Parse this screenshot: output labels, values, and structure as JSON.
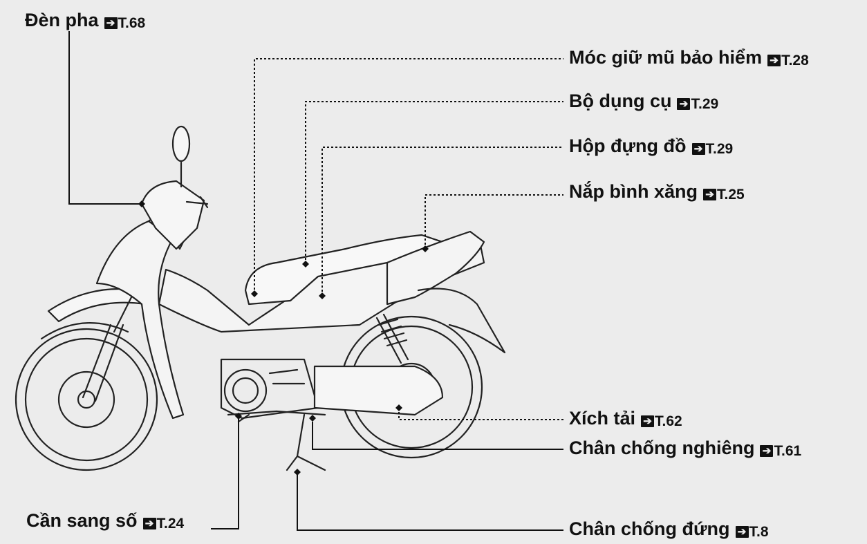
{
  "labels": [
    {
      "id": "headlight",
      "name": "Đèn pha",
      "page": "T.68"
    },
    {
      "id": "helmet-hook",
      "name": "Móc giữ mũ bảo hiểm",
      "page": "T.28"
    },
    {
      "id": "tool-kit",
      "name": "Bộ dụng cụ",
      "page": "T.29"
    },
    {
      "id": "storage-box",
      "name": "Hộp đựng đồ",
      "page": "T.29"
    },
    {
      "id": "fuel-cap",
      "name": "Nắp bình xăng",
      "page": "T.25"
    },
    {
      "id": "drive-chain",
      "name": "Xích tải",
      "page": "T.62"
    },
    {
      "id": "side-stand",
      "name": "Chân chống nghiêng",
      "page": "T.61"
    },
    {
      "id": "gear-lever",
      "name": "Cần sang số",
      "page": "T.24"
    },
    {
      "id": "main-stand",
      "name": "Chân chống đứng",
      "page": "T.8"
    }
  ],
  "ref_icon": "arrow-right-icon",
  "colors": {
    "background": "#ececec",
    "ink": "#111111"
  }
}
